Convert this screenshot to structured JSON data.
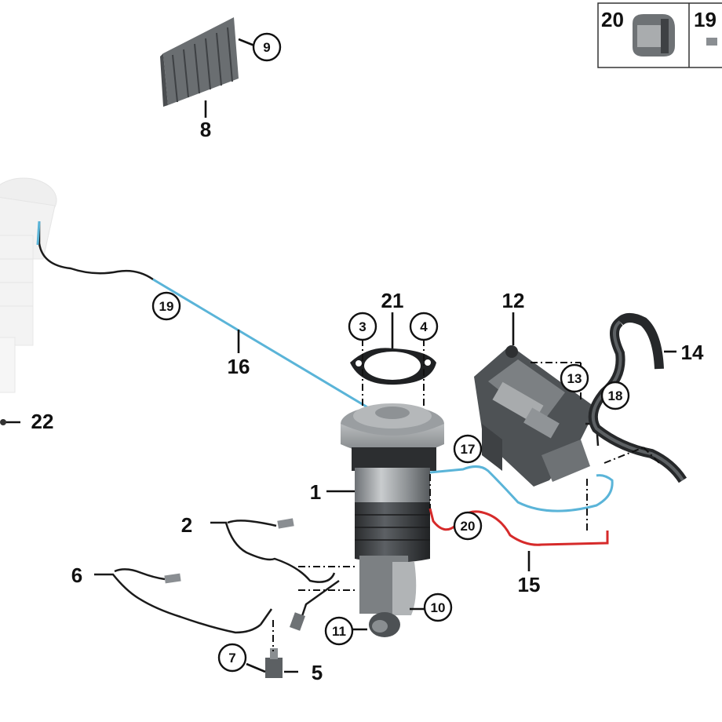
{
  "colors": {
    "line_blue": "#5ab4d8",
    "line_red": "#d62a2a",
    "wire_black": "#1a1a1a",
    "part_dark": "#555a5e",
    "part_mid": "#8a8e92",
    "part_light": "#c5c8ca",
    "ghost": "#dcdcdc"
  },
  "inset": {
    "items": [
      {
        "number": "20",
        "icon": "hose-connector-icon"
      },
      {
        "number": "19",
        "icon": "hose-connector-icon"
      }
    ]
  },
  "callouts": {
    "c1": "1",
    "c2": "2",
    "c3": "3",
    "c4": "4",
    "c5": "5",
    "c6": "6",
    "c7": "7",
    "c8": "8",
    "c9": "9",
    "c10": "10",
    "c11": "11",
    "c12": "12",
    "c13": "13",
    "c14": "14",
    "c15": "15",
    "c16": "16",
    "c17": "17",
    "c18": "18",
    "c19": "19",
    "c20": "20",
    "c21": "21",
    "c22": "22"
  }
}
